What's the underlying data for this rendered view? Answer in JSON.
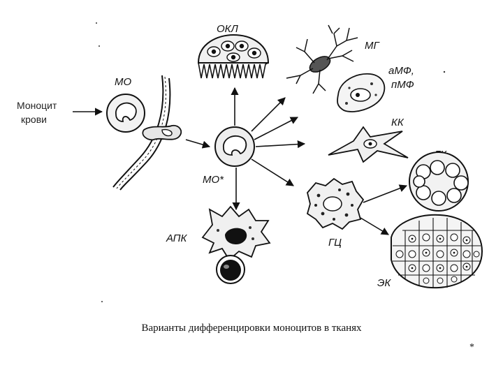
{
  "labels": {
    "blood_monocyte": [
      "Моноцит",
      "крови"
    ],
    "mo": "МО",
    "mo_star": "МО*",
    "okl": "ОКЛ",
    "mg": "МГ",
    "amf": "аМФ,",
    "pmf": "пМФ",
    "kk": "КК",
    "gk": "ГК",
    "gc": "ГЦ",
    "apk": "АПК",
    "ek": "ЭК"
  },
  "caption": "Варианты дифференцировки моноцитов в тканях",
  "footnote_mark": "*"
}
